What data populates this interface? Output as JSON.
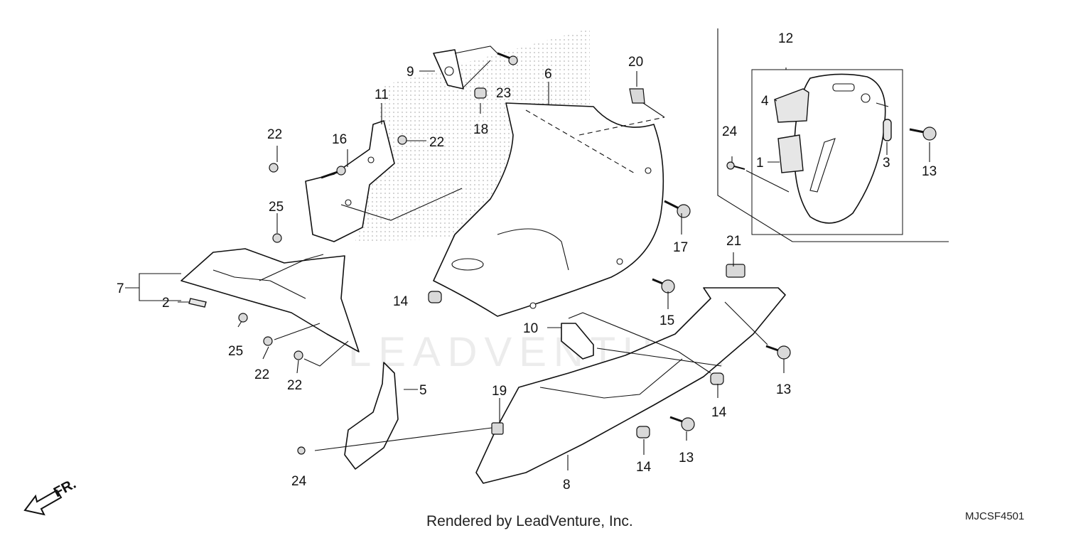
{
  "diagram": {
    "callouts": [
      {
        "id": "c-1",
        "text": "1"
      },
      {
        "id": "c-2",
        "text": "2"
      },
      {
        "id": "c-3",
        "text": "3"
      },
      {
        "id": "c-4",
        "text": "4"
      },
      {
        "id": "c-5",
        "text": "5"
      },
      {
        "id": "c-6",
        "text": "6"
      },
      {
        "id": "c-7",
        "text": "7"
      },
      {
        "id": "c-8",
        "text": "8"
      },
      {
        "id": "c-9",
        "text": "9"
      },
      {
        "id": "c-10",
        "text": "10"
      },
      {
        "id": "c-11",
        "text": "11"
      },
      {
        "id": "c-12",
        "text": "12"
      },
      {
        "id": "c-13a",
        "text": "13"
      },
      {
        "id": "c-13b",
        "text": "13"
      },
      {
        "id": "c-13c",
        "text": "13"
      },
      {
        "id": "c-14a",
        "text": "14"
      },
      {
        "id": "c-14b",
        "text": "14"
      },
      {
        "id": "c-14c",
        "text": "14"
      },
      {
        "id": "c-15",
        "text": "15"
      },
      {
        "id": "c-16",
        "text": "16"
      },
      {
        "id": "c-17",
        "text": "17"
      },
      {
        "id": "c-18",
        "text": "18"
      },
      {
        "id": "c-19",
        "text": "19"
      },
      {
        "id": "c-20",
        "text": "20"
      },
      {
        "id": "c-21",
        "text": "21"
      },
      {
        "id": "c-22a",
        "text": "22"
      },
      {
        "id": "c-22b",
        "text": "22"
      },
      {
        "id": "c-22c",
        "text": "22"
      },
      {
        "id": "c-22d",
        "text": "22"
      },
      {
        "id": "c-23",
        "text": "23"
      },
      {
        "id": "c-24a",
        "text": "24"
      },
      {
        "id": "c-24b",
        "text": "24"
      },
      {
        "id": "c-25a",
        "text": "25"
      },
      {
        "id": "c-25b",
        "text": "25"
      }
    ],
    "front_indicator": "FR.",
    "watermark": "LEADVENTURE"
  },
  "footer": {
    "credit": "Rendered by LeadVenture, Inc.",
    "diagram_code": "MJCSF4501"
  }
}
